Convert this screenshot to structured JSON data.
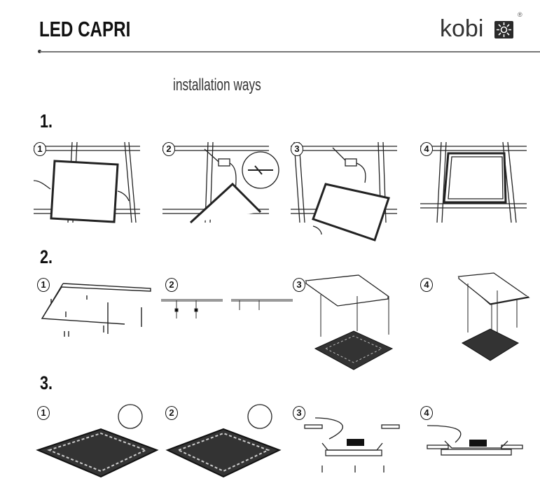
{
  "header": {
    "title": "LED CAPRI",
    "brand": "kobi",
    "registered": "®"
  },
  "subtitle": "installation ways",
  "sections": [
    {
      "label": "1.",
      "steps": [
        "1",
        "2",
        "3",
        "4"
      ]
    },
    {
      "label": "2.",
      "steps": [
        "1",
        "2",
        "3",
        "4"
      ]
    },
    {
      "label": "3.",
      "steps": [
        "1",
        "2",
        "3",
        "4"
      ]
    }
  ]
}
